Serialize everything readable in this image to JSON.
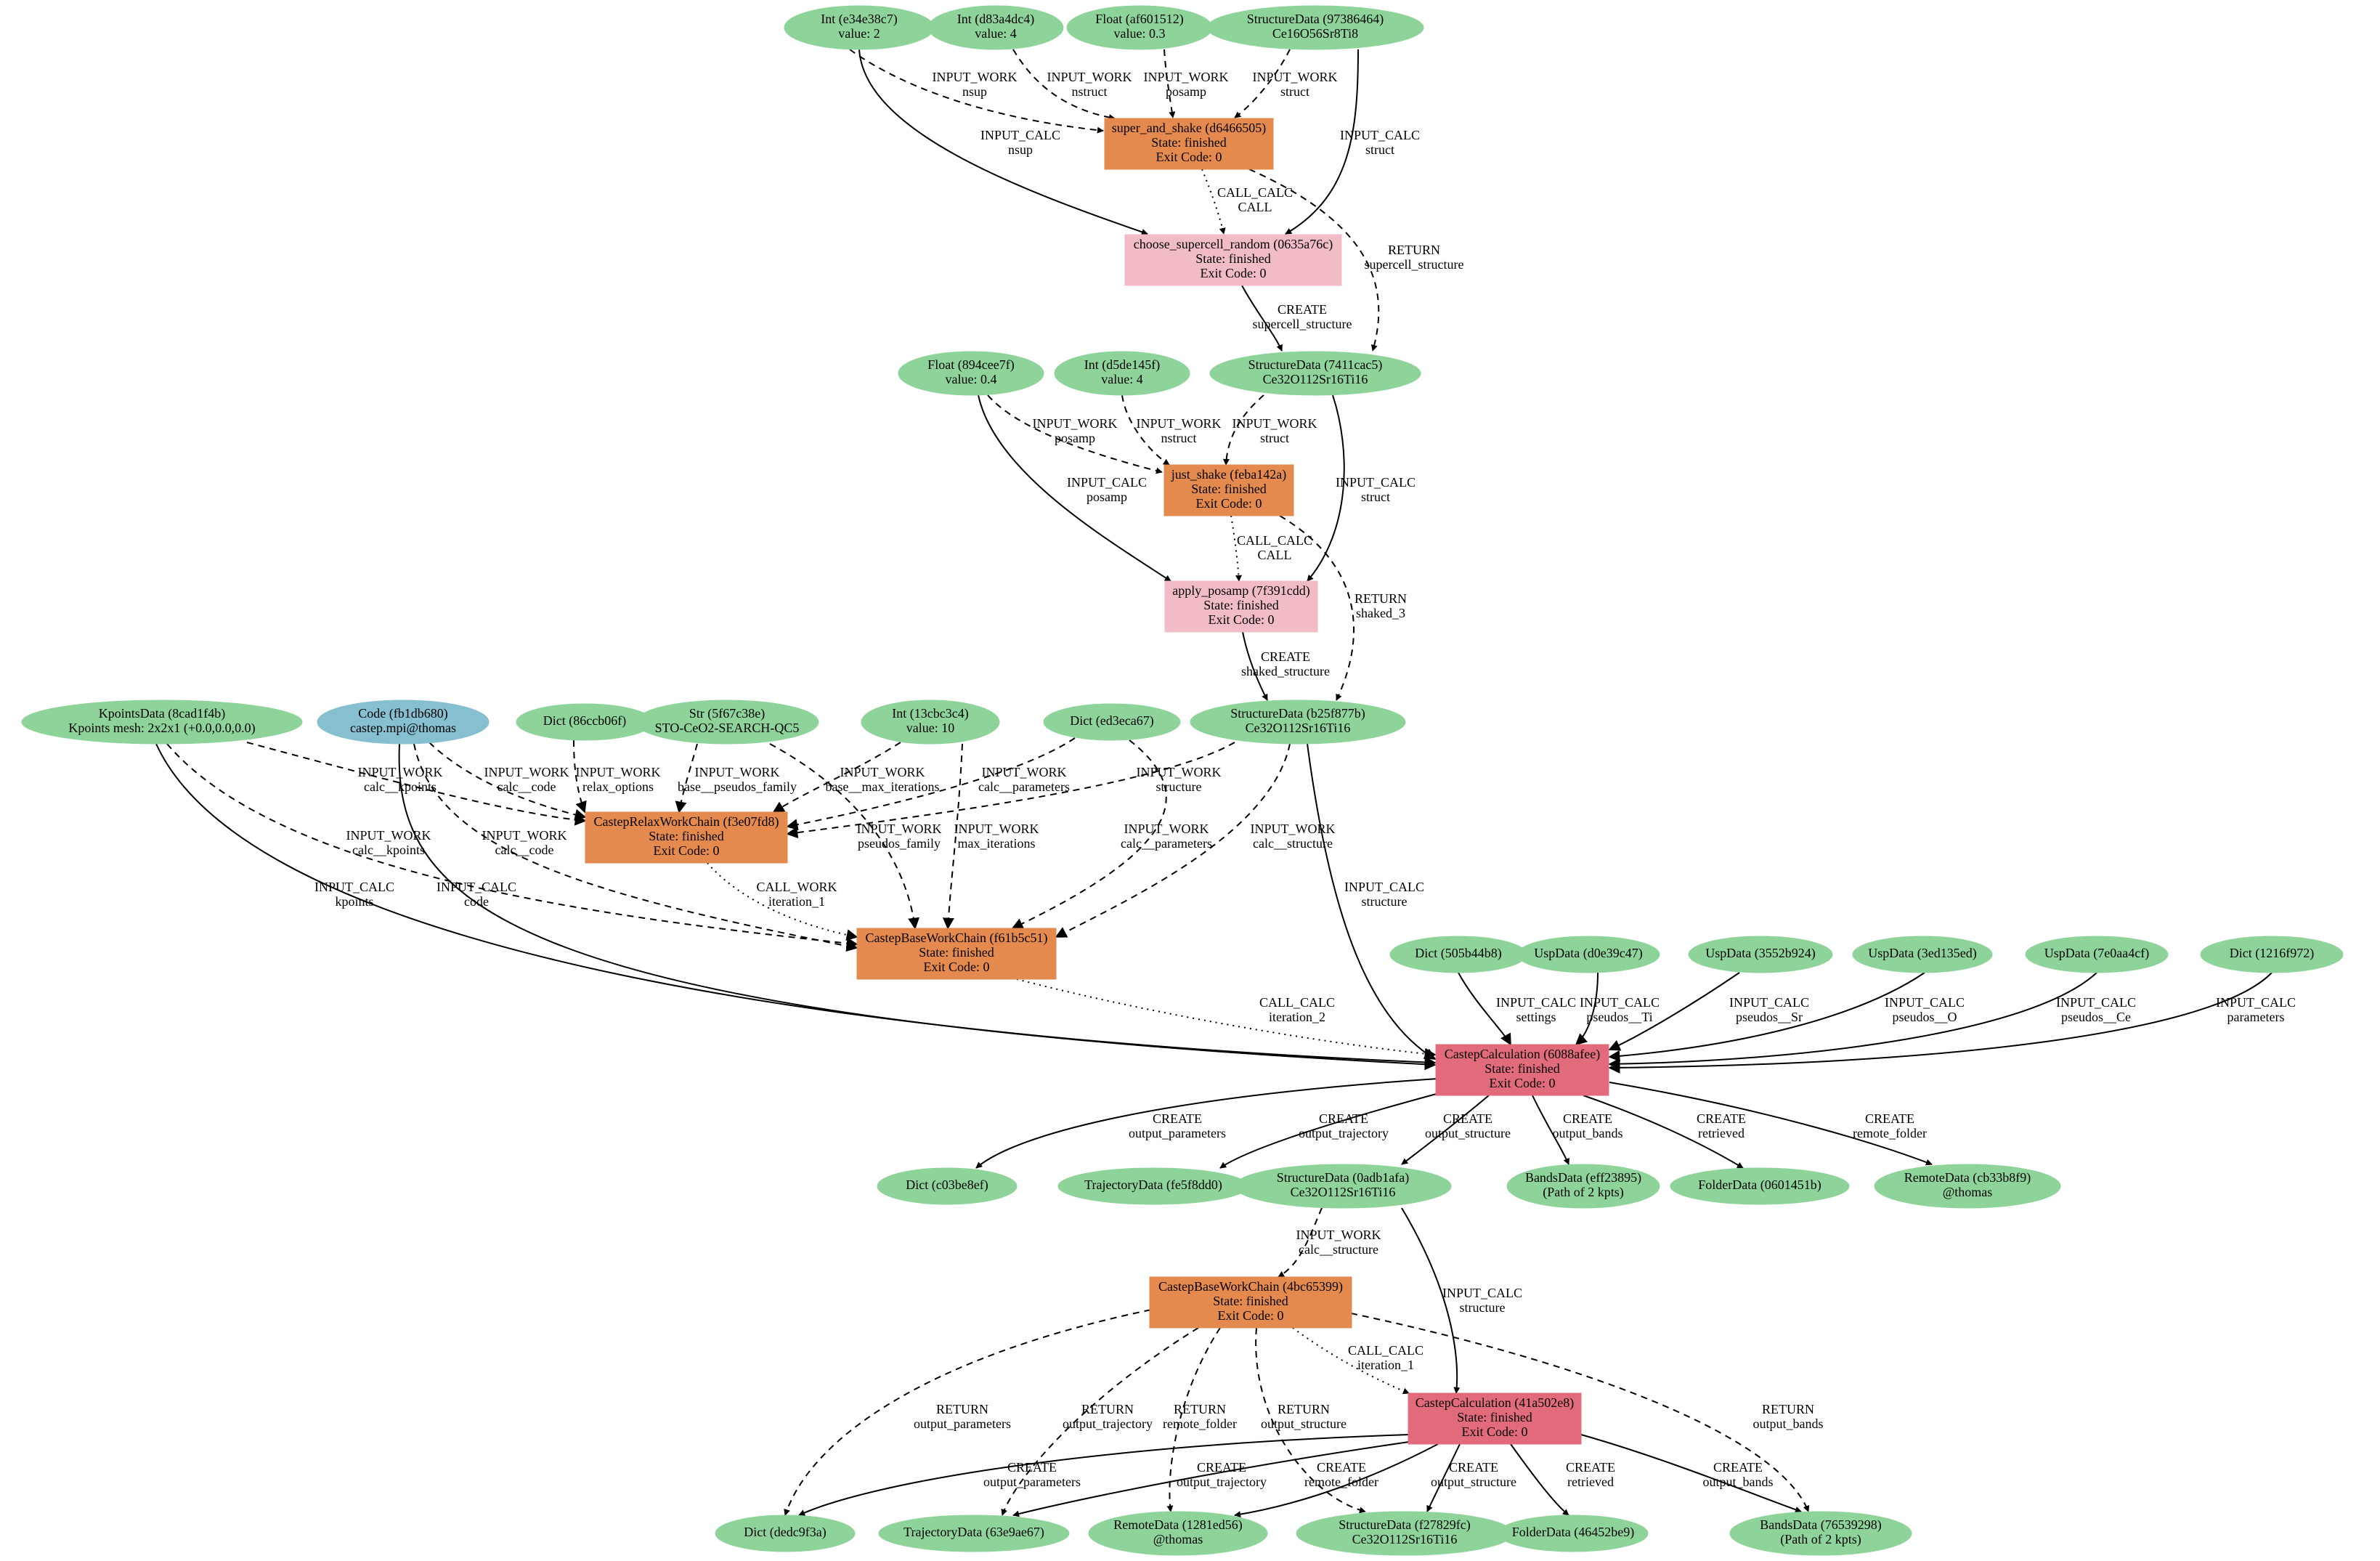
{
  "colors": {
    "data": "#8ed49a",
    "code": "#86bfd0",
    "workchain": "#e58a4f",
    "calcfunction": "#f1bcc6",
    "calcjob": "#e26b7b",
    "edge": "#000000"
  },
  "nodes": [
    {
      "id": "int_e34e",
      "type": "data",
      "lines": [
        "Int (e34e38c7)",
        "value: 2"
      ]
    },
    {
      "id": "int_d83a",
      "type": "data",
      "lines": [
        "Int (d83a4dc4)",
        "value: 4"
      ]
    },
    {
      "id": "float_af60",
      "type": "data",
      "lines": [
        "Float (af601512)",
        "value: 0.3"
      ]
    },
    {
      "id": "struct_9738",
      "type": "data",
      "lines": [
        "StructureData (97386464)",
        "Ce16O56Sr8Ti8"
      ]
    },
    {
      "id": "super_shake",
      "type": "workchain",
      "lines": [
        "super_and_shake (d6466505)",
        "State: finished",
        "Exit Code: 0"
      ]
    },
    {
      "id": "choose_super",
      "type": "calcfunction",
      "lines": [
        "choose_supercell_random (0635a76c)",
        "State: finished",
        "Exit Code: 0"
      ]
    },
    {
      "id": "float_894c",
      "type": "data",
      "lines": [
        "Float (894cee7f)",
        "value: 0.4"
      ]
    },
    {
      "id": "int_d5de",
      "type": "data",
      "lines": [
        "Int (d5de145f)",
        "value: 4"
      ]
    },
    {
      "id": "struct_7411",
      "type": "data",
      "lines": [
        "StructureData (7411cac5)",
        "Ce32O112Sr16Ti16"
      ]
    },
    {
      "id": "just_shake",
      "type": "workchain",
      "lines": [
        "just_shake (feba142a)",
        "State: finished",
        "Exit Code: 0"
      ]
    },
    {
      "id": "apply_posamp",
      "type": "calcfunction",
      "lines": [
        "apply_posamp (7f391cdd)",
        "State: finished",
        "Exit Code: 0"
      ]
    },
    {
      "id": "kpoints",
      "type": "data",
      "lines": [
        "KpointsData (8cad1f4b)",
        "Kpoints mesh: 2x2x1 (+0.0,0.0,0.0)"
      ]
    },
    {
      "id": "code",
      "type": "code",
      "lines": [
        "Code (fb1db680)",
        "castep.mpi@thomas"
      ]
    },
    {
      "id": "dict_86cc",
      "type": "data",
      "lines": [
        "Dict (86ccb06f)"
      ]
    },
    {
      "id": "str_5f67",
      "type": "data",
      "lines": [
        "Str (5f67c38e)",
        "STO-CeO2-SEARCH-QC5"
      ]
    },
    {
      "id": "int_13cb",
      "type": "data",
      "lines": [
        "Int (13cbc3c4)",
        "value: 10"
      ]
    },
    {
      "id": "dict_ed3e",
      "type": "data",
      "lines": [
        "Dict (ed3eca67)"
      ]
    },
    {
      "id": "struct_b25f",
      "type": "data",
      "lines": [
        "StructureData (b25f877b)",
        "Ce32O112Sr16Ti16"
      ]
    },
    {
      "id": "relax_wc",
      "type": "workchain",
      "lines": [
        "CastepRelaxWorkChain (f3e07fd8)",
        "State: finished",
        "Exit Code: 0"
      ]
    },
    {
      "id": "base_wc1",
      "type": "workchain",
      "lines": [
        "CastepBaseWorkChain (f61b5c51)",
        "State: finished",
        "Exit Code: 0"
      ]
    },
    {
      "id": "dict_505b",
      "type": "data",
      "lines": [
        "Dict (505b44b8)"
      ]
    },
    {
      "id": "usp_d0e3",
      "type": "data",
      "lines": [
        "UspData (d0e39c47)"
      ]
    },
    {
      "id": "usp_3552",
      "type": "data",
      "lines": [
        "UspData (3552b924)"
      ]
    },
    {
      "id": "usp_3ed1",
      "type": "data",
      "lines": [
        "UspData (3ed135ed)"
      ]
    },
    {
      "id": "usp_7e0a",
      "type": "data",
      "lines": [
        "UspData (7e0aa4cf)"
      ]
    },
    {
      "id": "dict_1216",
      "type": "data",
      "lines": [
        "Dict (1216f972)"
      ]
    },
    {
      "id": "calc1",
      "type": "calcjob",
      "lines": [
        "CastepCalculation (6088afee)",
        "State: finished",
        "Exit Code: 0"
      ]
    },
    {
      "id": "dict_c03b",
      "type": "data",
      "lines": [
        "Dict (c03be8ef)"
      ]
    },
    {
      "id": "traj_fe5f",
      "type": "data",
      "lines": [
        "TrajectoryData (fe5f8dd0)"
      ]
    },
    {
      "id": "struct_0adb",
      "type": "data",
      "lines": [
        "StructureData (0adb1afa)",
        "Ce32O112Sr16Ti16"
      ]
    },
    {
      "id": "bands_eff2",
      "type": "data",
      "lines": [
        "BandsData (eff23895)",
        "(Path of 2 kpts)"
      ]
    },
    {
      "id": "folder_0601",
      "type": "data",
      "lines": [
        "FolderData (0601451b)"
      ]
    },
    {
      "id": "remote_cb33",
      "type": "data",
      "lines": [
        "RemoteData (cb33b8f9)",
        "@thomas"
      ]
    },
    {
      "id": "base_wc2",
      "type": "workchain",
      "lines": [
        "CastepBaseWorkChain (4bc65399)",
        "State: finished",
        "Exit Code: 0"
      ]
    },
    {
      "id": "calc2",
      "type": "calcjob",
      "lines": [
        "CastepCalculation (41a502e8)",
        "State: finished",
        "Exit Code: 0"
      ]
    },
    {
      "id": "dict_dedc",
      "type": "data",
      "lines": [
        "Dict (dedc9f3a)"
      ]
    },
    {
      "id": "traj_63e9",
      "type": "data",
      "lines": [
        "TrajectoryData (63e9ae67)"
      ]
    },
    {
      "id": "remote_1281",
      "type": "data",
      "lines": [
        "RemoteData (1281ed56)",
        "@thomas"
      ]
    },
    {
      "id": "struct_f278",
      "type": "data",
      "lines": [
        "StructureData (f27829fc)",
        "Ce32O112Sr16Ti16"
      ]
    },
    {
      "id": "folder_4645",
      "type": "data",
      "lines": [
        "FolderData (46452be9)"
      ]
    },
    {
      "id": "bands_7653",
      "type": "data",
      "lines": [
        "BandsData (76539298)",
        "(Path of 2 kpts)"
      ]
    }
  ],
  "edges": [
    {
      "id": "e1",
      "style": "dashed",
      "lines": [
        "INPUT_WORK",
        "nsup"
      ]
    },
    {
      "id": "e2",
      "style": "dashed",
      "lines": [
        "INPUT_WORK",
        "nstruct"
      ]
    },
    {
      "id": "e3",
      "style": "dashed",
      "lines": [
        "INPUT_WORK",
        "posamp"
      ]
    },
    {
      "id": "e4",
      "style": "dashed",
      "lines": [
        "INPUT_WORK",
        "struct"
      ]
    },
    {
      "id": "e5",
      "style": "solid",
      "lines": [
        "INPUT_CALC",
        "nsup"
      ]
    },
    {
      "id": "e6",
      "style": "solid",
      "lines": [
        "INPUT_CALC",
        "struct"
      ]
    },
    {
      "id": "e7",
      "style": "dotted",
      "lines": [
        "CALL_CALC",
        "CALL"
      ]
    },
    {
      "id": "e8",
      "style": "dashed",
      "lines": [
        "RETURN",
        "supercell_structure"
      ]
    },
    {
      "id": "e9",
      "style": "solid",
      "lines": [
        "CREATE",
        "supercell_structure"
      ]
    },
    {
      "id": "e10",
      "style": "dashed",
      "lines": [
        "INPUT_WORK",
        "posamp"
      ]
    },
    {
      "id": "e11",
      "style": "dashed",
      "lines": [
        "INPUT_WORK",
        "nstruct"
      ]
    },
    {
      "id": "e12",
      "style": "dashed",
      "lines": [
        "INPUT_WORK",
        "struct"
      ]
    },
    {
      "id": "e13",
      "style": "solid",
      "lines": [
        "INPUT_CALC",
        "posamp"
      ]
    },
    {
      "id": "e14",
      "style": "solid",
      "lines": [
        "INPUT_CALC",
        "struct"
      ]
    },
    {
      "id": "e15",
      "style": "dotted",
      "lines": [
        "CALL_CALC",
        "CALL"
      ]
    },
    {
      "id": "e16",
      "style": "dashed",
      "lines": [
        "RETURN",
        "shaked_3"
      ]
    },
    {
      "id": "e17",
      "style": "solid",
      "lines": [
        "CREATE",
        "shaked_structure"
      ]
    },
    {
      "id": "e18",
      "style": "dashed",
      "lines": [
        "INPUT_WORK",
        "calc__kpoints"
      ]
    },
    {
      "id": "e19",
      "style": "dashed",
      "lines": [
        "INPUT_WORK",
        "calc__code"
      ]
    },
    {
      "id": "e20",
      "style": "dashed",
      "lines": [
        "INPUT_WORK",
        "relax_options"
      ]
    },
    {
      "id": "e21",
      "style": "dashed",
      "lines": [
        "INPUT_WORK",
        "base__pseudos_family"
      ]
    },
    {
      "id": "e22",
      "style": "dashed",
      "lines": [
        "INPUT_WORK",
        "base__max_iterations"
      ]
    },
    {
      "id": "e23",
      "style": "dashed",
      "lines": [
        "INPUT_WORK",
        "calc__parameters"
      ]
    },
    {
      "id": "e24",
      "style": "dashed",
      "lines": [
        "INPUT_WORK",
        "structure"
      ]
    },
    {
      "id": "e25",
      "style": "dashed",
      "lines": [
        "INPUT_WORK",
        "calc__kpoints"
      ]
    },
    {
      "id": "e26",
      "style": "dashed",
      "lines": [
        "INPUT_WORK",
        "calc__code"
      ]
    },
    {
      "id": "e27",
      "style": "dashed",
      "lines": [
        "INPUT_WORK",
        "pseudos_family"
      ]
    },
    {
      "id": "e28",
      "style": "dashed",
      "lines": [
        "INPUT_WORK",
        "max_iterations"
      ]
    },
    {
      "id": "e29",
      "style": "dashed",
      "lines": [
        "INPUT_WORK",
        "calc__parameters"
      ]
    },
    {
      "id": "e30",
      "style": "dashed",
      "lines": [
        "INPUT_WORK",
        "calc__structure"
      ]
    },
    {
      "id": "e31",
      "style": "dotted",
      "lines": [
        "CALL_WORK",
        "iteration_1"
      ]
    },
    {
      "id": "e32",
      "style": "solid",
      "lines": [
        "INPUT_CALC",
        "kpoints"
      ]
    },
    {
      "id": "e33",
      "style": "solid",
      "lines": [
        "INPUT_CALC",
        "code"
      ]
    },
    {
      "id": "e34",
      "style": "solid",
      "lines": [
        "INPUT_CALC",
        "structure"
      ]
    },
    {
      "id": "e35",
      "style": "dotted",
      "lines": [
        "CALL_CALC",
        "iteration_2"
      ]
    },
    {
      "id": "e36",
      "style": "solid",
      "lines": [
        "INPUT_CALC",
        "settings"
      ]
    },
    {
      "id": "e37",
      "style": "solid",
      "lines": [
        "INPUT_CALC",
        "pseudos__Ti"
      ]
    },
    {
      "id": "e38",
      "style": "solid",
      "lines": [
        "INPUT_CALC",
        "pseudos__Sr"
      ]
    },
    {
      "id": "e39",
      "style": "solid",
      "lines": [
        "INPUT_CALC",
        "pseudos__O"
      ]
    },
    {
      "id": "e40",
      "style": "solid",
      "lines": [
        "INPUT_CALC",
        "pseudos__Ce"
      ]
    },
    {
      "id": "e41",
      "style": "solid",
      "lines": [
        "INPUT_CALC",
        "parameters"
      ]
    },
    {
      "id": "e42",
      "style": "solid",
      "lines": [
        "CREATE",
        "output_parameters"
      ]
    },
    {
      "id": "e43",
      "style": "solid",
      "lines": [
        "CREATE",
        "output_trajectory"
      ]
    },
    {
      "id": "e44",
      "style": "solid",
      "lines": [
        "CREATE",
        "output_structure"
      ]
    },
    {
      "id": "e45",
      "style": "solid",
      "lines": [
        "CREATE",
        "output_bands"
      ]
    },
    {
      "id": "e46",
      "style": "solid",
      "lines": [
        "CREATE",
        "retrieved"
      ]
    },
    {
      "id": "e47",
      "style": "solid",
      "lines": [
        "CREATE",
        "remote_folder"
      ]
    },
    {
      "id": "e48",
      "style": "dashed",
      "lines": [
        "INPUT_WORK",
        "calc__structure"
      ]
    },
    {
      "id": "e49",
      "style": "solid",
      "lines": [
        "INPUT_CALC",
        "structure"
      ]
    },
    {
      "id": "e50",
      "style": "dotted",
      "lines": [
        "CALL_CALC",
        "iteration_1"
      ]
    },
    {
      "id": "e51",
      "style": "dashed",
      "lines": [
        "RETURN",
        "output_parameters"
      ]
    },
    {
      "id": "e52",
      "style": "dashed",
      "lines": [
        "RETURN",
        "output_trajectory"
      ]
    },
    {
      "id": "e53",
      "style": "dashed",
      "lines": [
        "RETURN",
        "remote_folder"
      ]
    },
    {
      "id": "e54",
      "style": "dashed",
      "lines": [
        "RETURN",
        "output_structure"
      ]
    },
    {
      "id": "e55",
      "style": "dashed",
      "lines": [
        "RETURN",
        "output_bands"
      ]
    },
    {
      "id": "e56",
      "style": "solid",
      "lines": [
        "CREATE",
        "output_parameters"
      ]
    },
    {
      "id": "e57",
      "style": "solid",
      "lines": [
        "CREATE",
        "output_trajectory"
      ]
    },
    {
      "id": "e58",
      "style": "solid",
      "lines": [
        "CREATE",
        "remote_folder"
      ]
    },
    {
      "id": "e59",
      "style": "solid",
      "lines": [
        "CREATE",
        "output_structure"
      ]
    },
    {
      "id": "e60",
      "style": "solid",
      "lines": [
        "CREATE",
        "retrieved"
      ]
    },
    {
      "id": "e61",
      "style": "solid",
      "lines": [
        "CREATE",
        "output_bands"
      ]
    }
  ]
}
